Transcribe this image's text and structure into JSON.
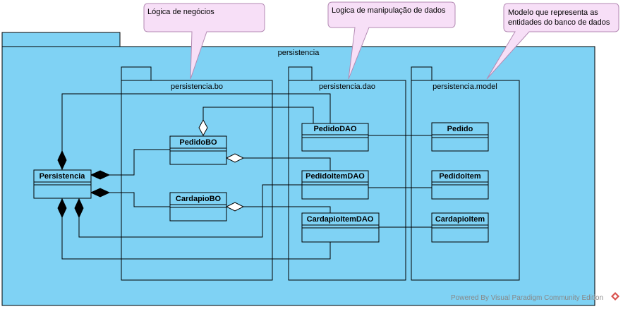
{
  "packages": {
    "outer": "persistencia",
    "bo": "persistencia.bo",
    "dao": "persistencia.dao",
    "model": "persistencia.model"
  },
  "classes": {
    "persistencia": "Persistencia",
    "pedido_bo": "PedidoBO",
    "cardapio_bo": "CardapioBO",
    "pedido_dao": "PedidoDAO",
    "pedido_item_dao": "PedidoItemDAO",
    "cardapio_item_dao": "CardapioItemDAO",
    "pedido": "Pedido",
    "pedido_item": "PedidoItem",
    "cardapio_item": "CardapioItem"
  },
  "notes": {
    "bo": [
      "Lógica de negócios"
    ],
    "dao": [
      "Logica de manipulação de dados"
    ],
    "model": [
      "Modelo que representa as",
      "entidades do banco de dados"
    ]
  },
  "footer": {
    "text": "Powered By  Visual Paradigm Community Edition",
    "logo_icon": "visual-paradigm-logo-icon"
  },
  "colors": {
    "package_fill": "#7fd2f4",
    "note_fill": "#f7dff7",
    "note_border": "#b38ab3"
  }
}
